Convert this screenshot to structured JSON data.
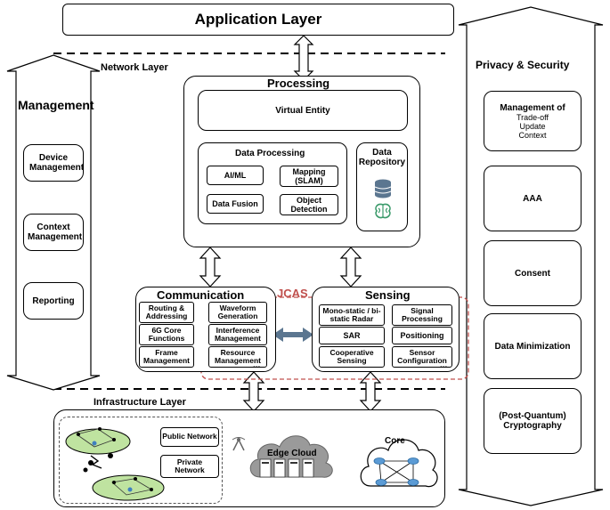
{
  "application_layer": {
    "title": "Application Layer"
  },
  "network_layer": {
    "title": "Network Layer"
  },
  "management": {
    "title": "Management",
    "items": [
      "Device Management",
      "Context Management",
      "Reporting"
    ]
  },
  "processing": {
    "title": "Processing",
    "virtual_entity": "Virtual Entity",
    "data_processing": {
      "title": "Data Processing",
      "items": [
        "AI/ML",
        "Mapping (SLAM)",
        "Data Fusion",
        "Object Detection"
      ]
    },
    "data_repository": "Data Repository"
  },
  "communication": {
    "title": "Communication",
    "left_items": [
      "Routing & Addressing",
      "6G Core Functions",
      "Frame Management"
    ],
    "right_items": [
      "Waveform Generation",
      "Interference Management",
      "Resource Management"
    ],
    "ellipsis": "..."
  },
  "jcas": {
    "label": "JCAS"
  },
  "sensing": {
    "title": "Sensing",
    "left_items": [
      "Mono-static / bi-static Radar",
      "SAR",
      "Cooperative Sensing"
    ],
    "right_items": [
      "Signal Processing",
      "Positioning",
      "Sensor Configuration"
    ],
    "ellipsis": "..."
  },
  "infrastructure_layer": {
    "title": "Infrastructure Layer",
    "public_network": "Public Network",
    "private_network": "Private Network",
    "edge_cloud": "Edge Cloud",
    "core": "Core"
  },
  "privacy_security": {
    "title": "Privacy & Security",
    "management_of": {
      "title": "Management of",
      "lines": [
        "Trade-off",
        "Update",
        "Context"
      ]
    },
    "items": [
      "AAA",
      "Consent",
      "Data Minimization",
      "(Post-Quantum) Cryptography"
    ]
  },
  "colors": {
    "jcas_red": "#c0504d",
    "arrow_steel": "#5b7690",
    "drone_field_green": "#bfe3a0",
    "cloud_grey": "#9a9a9a",
    "core_node_blue": "#5b9bd5"
  }
}
